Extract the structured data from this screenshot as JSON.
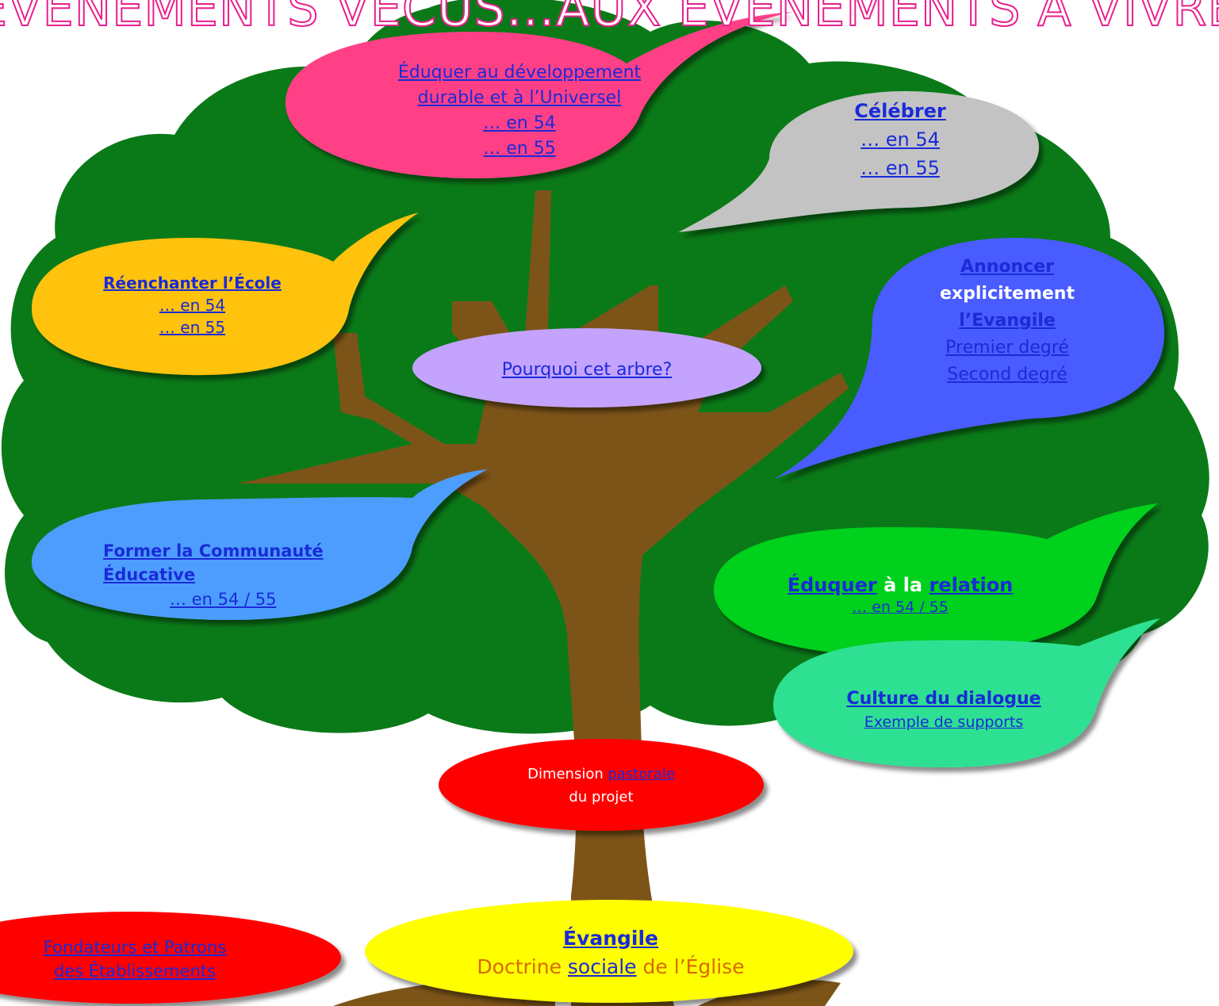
{
  "title": "ÉVÉNEMENTS VÉCUS…AUX ÉVÉNEMENTS À VIVRE",
  "bubbles": {
    "developpement": {
      "line1": "Éduquer au développement ",
      "line2": "durable et à l’Universel",
      "link54": "… en 54",
      "link55": "… en 55"
    },
    "celebrer": {
      "title": "Célébrer",
      "link54": "… en 54",
      "link55": "… en 55"
    },
    "reenchanter": {
      "title": "Réenchanter l’École",
      "link54": "… en 54",
      "link55": "… en 55"
    },
    "pourquoi": {
      "label": "Pourquoi cet arbre?"
    },
    "annoncer": {
      "title": "Annoncer ",
      "middle": "explicitement",
      "evangile": "l’Evangile",
      "premier": "Premier degré",
      "second": "Second degré"
    },
    "former": {
      "line1": "Former la Communauté ",
      "line2": "Éducative",
      "link": "… en 54 / 55"
    },
    "relation": {
      "eduquer": "Éduquer",
      "a_la": " à la ",
      "relation": "relation",
      "link": "… en 54 / 55"
    },
    "dialogue": {
      "title": "Culture du dialogue",
      "link": "Exemple de supports"
    },
    "pastorale": {
      "before": "Dimension ",
      "link": "pastorale",
      "after": "du projet"
    },
    "fondateurs": {
      "line1": "Fondateurs et Patrons ",
      "line2": "des Établissements "
    },
    "evangile": {
      "title": "Évangile",
      "doctrine": "Doctrine ",
      "sociale": "sociale",
      "eglise": " de l’Église"
    }
  },
  "colors": {
    "foliage": "#0a7a18",
    "trunk": "#7d5418",
    "pink": "#ff3f86",
    "grey": "#c3c3c3",
    "yellow_orange": "#ffc20e",
    "lavender": "#c4a3ff",
    "blue": "#4a5cff",
    "light_blue": "#4d9dff",
    "green": "#00d11e",
    "teal": "#2de092",
    "red": "#ff0000",
    "yellow": "#ffff00",
    "title": "#e8208e",
    "link": "#1a2bd8"
  }
}
